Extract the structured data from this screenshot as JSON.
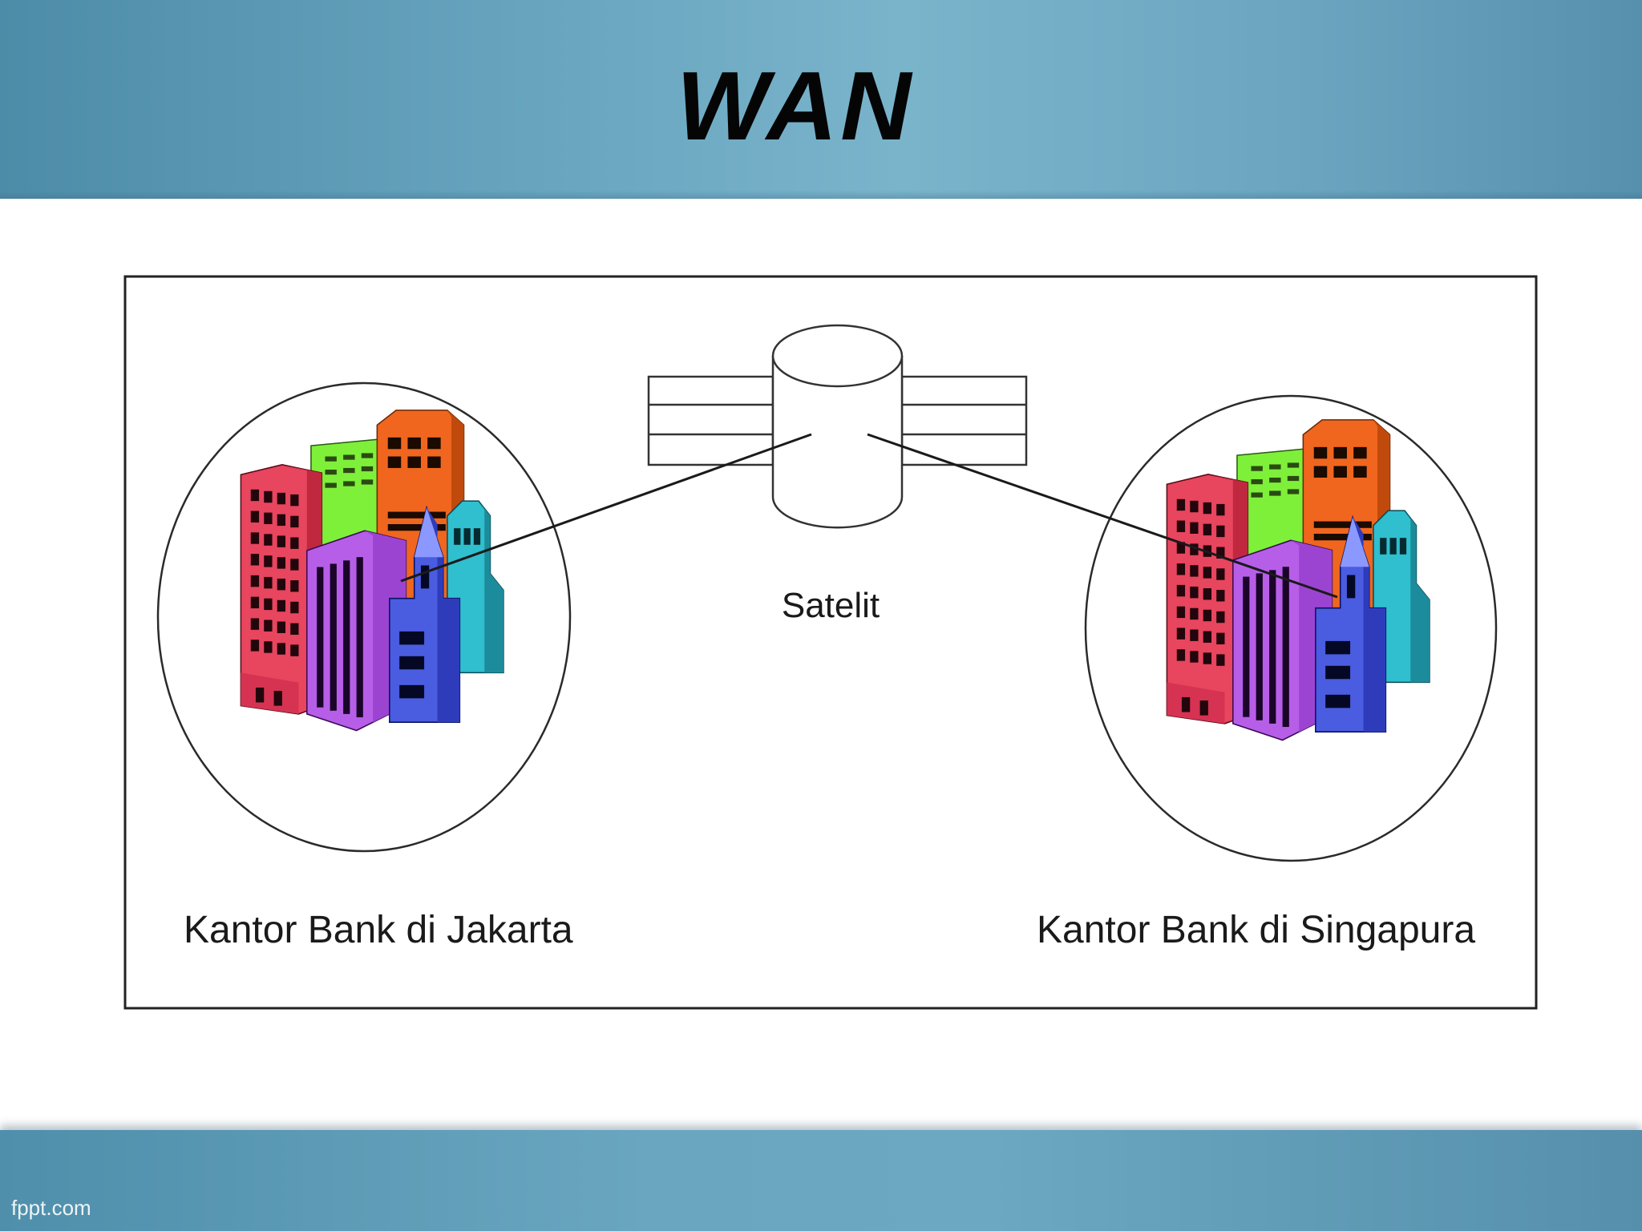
{
  "slide": {
    "title": "WAN",
    "footer_brand": "fppt.com"
  },
  "diagram": {
    "satellite_label": "Satelit",
    "left_office_label": "Kantor Bank di Jakarta",
    "right_office_label": "Kantor Bank di Singapura"
  },
  "colors": {
    "header_blue": "#6aa6c0",
    "building_red": "#e8455f",
    "building_green": "#7ef03a",
    "building_orange": "#f0661e",
    "building_purple": "#b75ee8",
    "building_blue": "#4a5ce0",
    "building_cyan": "#2fbfcf"
  }
}
